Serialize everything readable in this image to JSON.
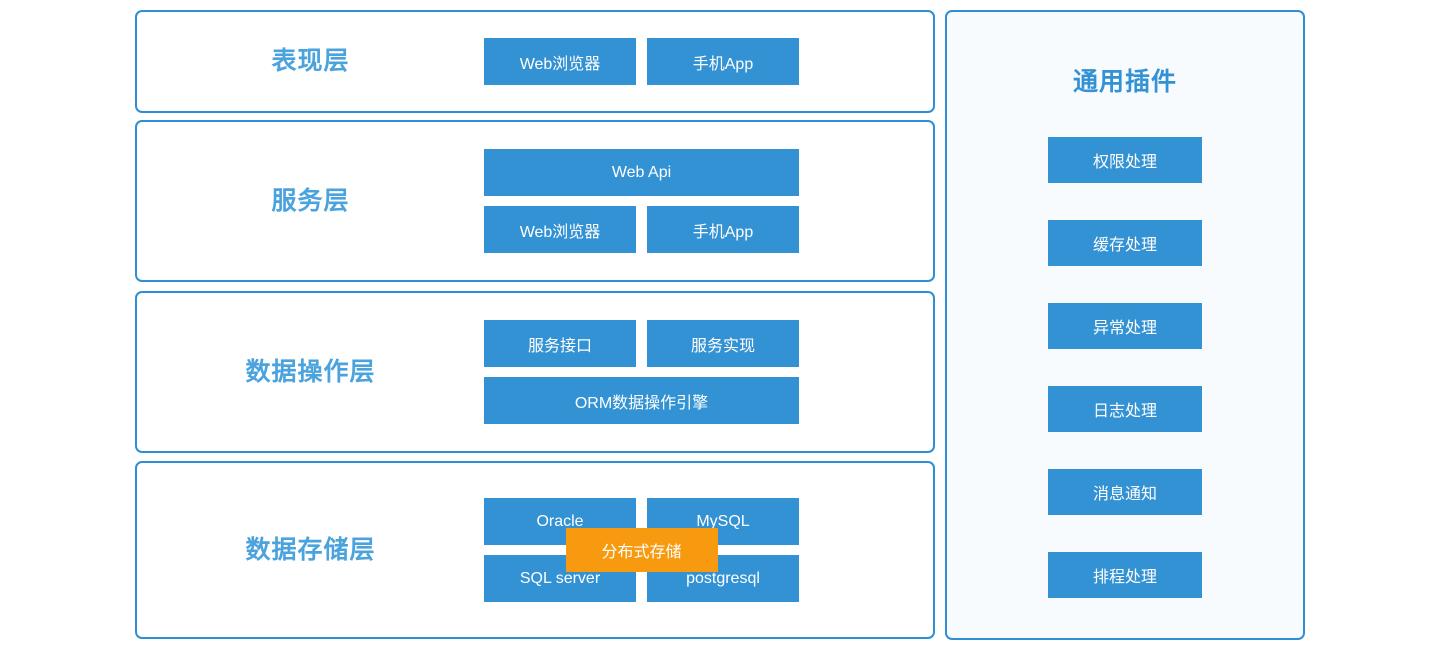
{
  "diagram": {
    "accent_blue": "#3392d3",
    "title_blue": "#4ba3de",
    "border_blue": "#2e8fd4",
    "highlight_orange": "#f79a10",
    "panel_bg": "#f7fbfe",
    "layers": [
      {
        "title": "表现层",
        "rows": [
          {
            "nodes": [
              {
                "label": "Web浏览器",
                "width": "half"
              },
              {
                "label": "手机App",
                "width": "half"
              }
            ]
          }
        ]
      },
      {
        "title": "服务层",
        "rows": [
          {
            "nodes": [
              {
                "label": "Web Api",
                "width": "full"
              }
            ]
          },
          {
            "nodes": [
              {
                "label": "Web浏览器",
                "width": "half"
              },
              {
                "label": "手机App",
                "width": "half"
              }
            ]
          }
        ]
      },
      {
        "title": "数据操作层",
        "rows": [
          {
            "nodes": [
              {
                "label": "服务接口",
                "width": "half"
              },
              {
                "label": "服务实现",
                "width": "half"
              }
            ]
          },
          {
            "nodes": [
              {
                "label": "ORM数据操作引擎",
                "width": "full"
              }
            ]
          }
        ]
      },
      {
        "title": "数据存储层",
        "overlay": "分布式存储",
        "rows": [
          {
            "nodes": [
              {
                "label": "Oracle",
                "width": "half"
              },
              {
                "label": "MySQL",
                "width": "half"
              }
            ]
          },
          {
            "nodes": [
              {
                "label": "SQL server",
                "width": "half"
              },
              {
                "label": "postgresql",
                "width": "half"
              }
            ]
          }
        ]
      }
    ],
    "plugins_panel": {
      "title": "通用插件",
      "items": [
        {
          "label": "权限处理"
        },
        {
          "label": "缓存处理"
        },
        {
          "label": "异常处理"
        },
        {
          "label": "日志处理"
        },
        {
          "label": "消息通知"
        },
        {
          "label": "排程处理"
        }
      ]
    }
  }
}
